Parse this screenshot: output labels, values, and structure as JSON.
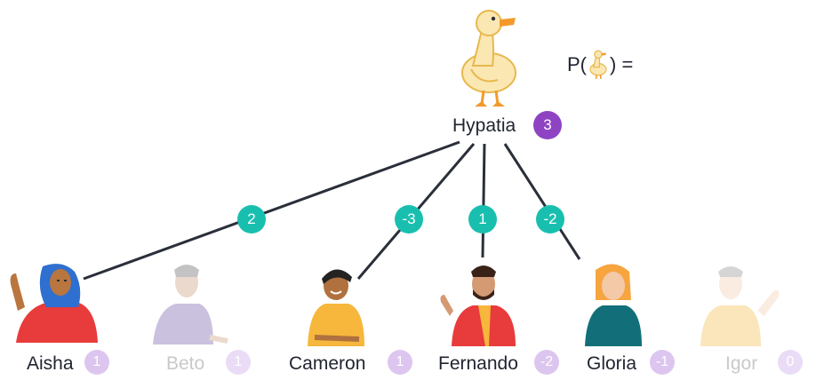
{
  "root": {
    "name": "Hypatia",
    "score": "3",
    "icon": "duck-icon"
  },
  "formula": {
    "prefix": "P(",
    "suffix": ") =",
    "icon": "duck-icon"
  },
  "edges": [
    {
      "target": "Aisha",
      "label": "2"
    },
    {
      "target": "Cameron",
      "label": "-3"
    },
    {
      "target": "Fernando",
      "label": "1"
    },
    {
      "target": "Gloria",
      "label": "-2"
    }
  ],
  "people": [
    {
      "name": "Aisha",
      "score": "1",
      "faded": false
    },
    {
      "name": "Beto",
      "score": "1",
      "faded": true
    },
    {
      "name": "Cameron",
      "score": "1",
      "faded": false
    },
    {
      "name": "Fernando",
      "score": "-2",
      "faded": false
    },
    {
      "name": "Gloria",
      "score": "-1",
      "faded": false
    },
    {
      "name": "Igor",
      "score": "0",
      "faded": true
    }
  ],
  "colors": {
    "root_badge": "#8e44c2",
    "edge_label": "#19bfae",
    "leaf_badge": "#dcc6ef",
    "edge_line": "#2a2f3a"
  }
}
